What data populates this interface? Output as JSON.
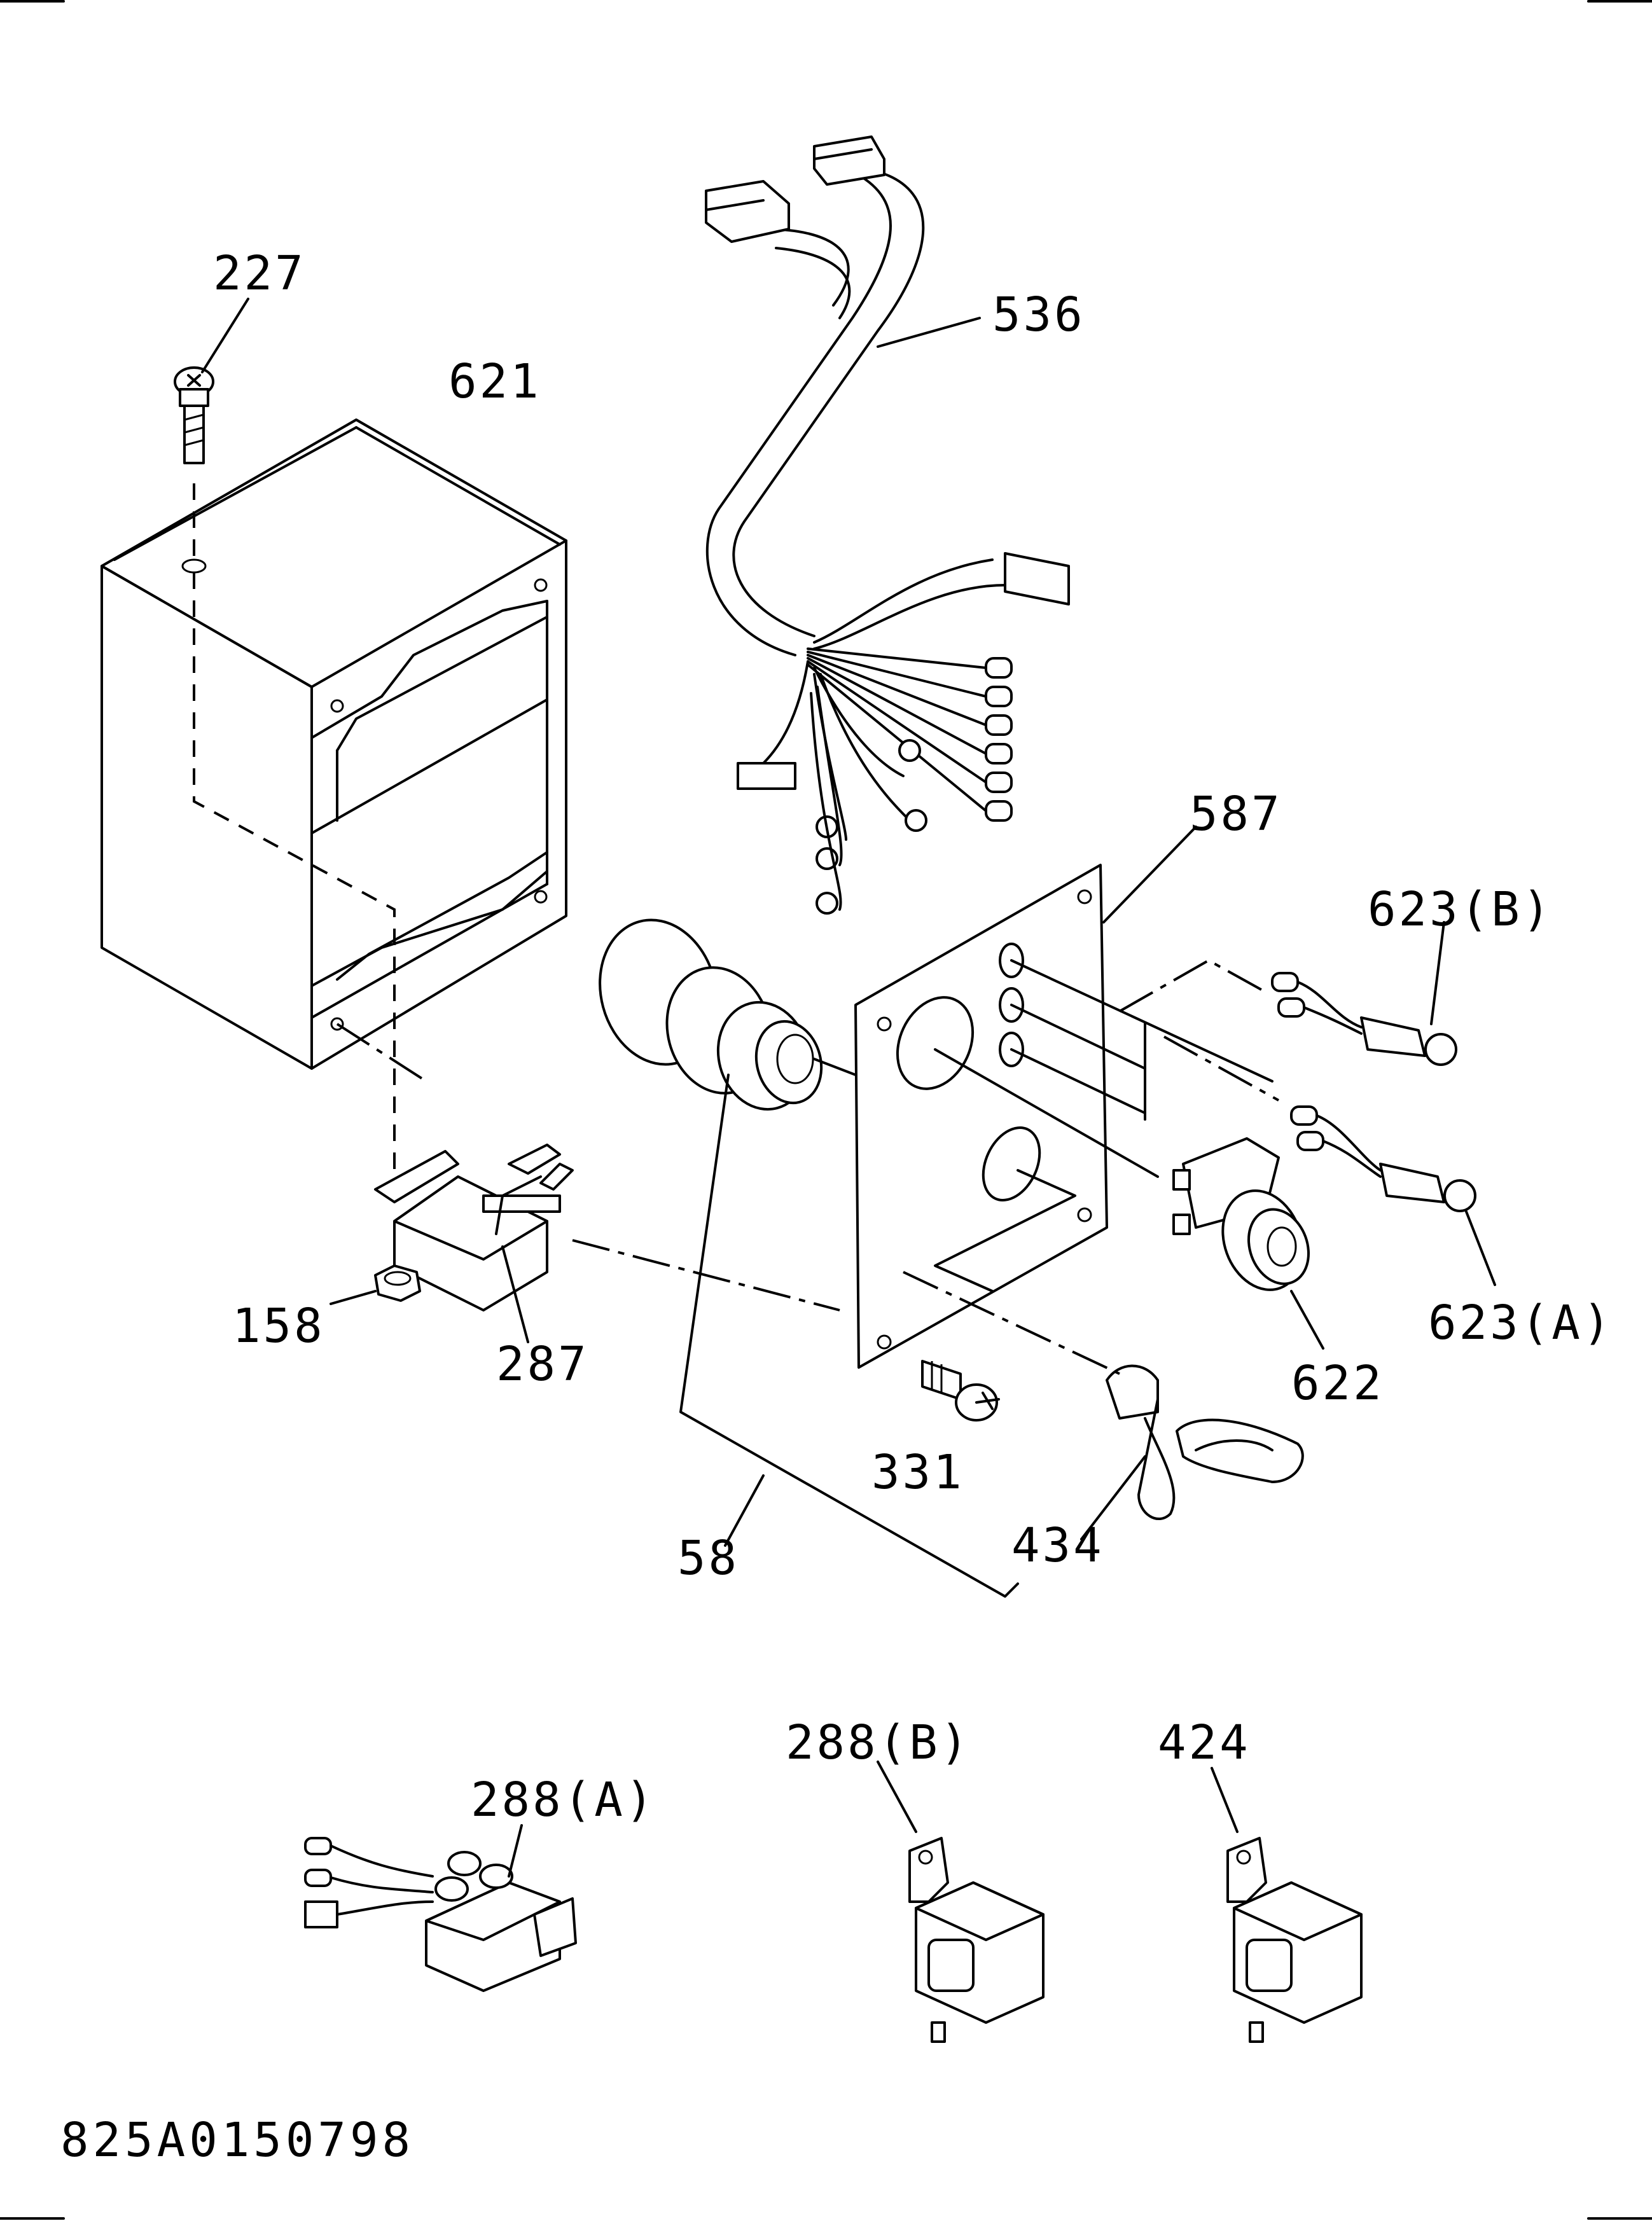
{
  "parts": {
    "p227": "227",
    "p621": "621",
    "p536": "536",
    "p587": "587",
    "p623b": "623(B)",
    "p623a": "623(A)",
    "p158": "158",
    "p287": "287",
    "p622": "622",
    "p331": "331",
    "p434": "434",
    "p58": "58",
    "p288b": "288(B)",
    "p424": "424",
    "p288a": "288(A)"
  },
  "drawing_code": "825A0150798"
}
